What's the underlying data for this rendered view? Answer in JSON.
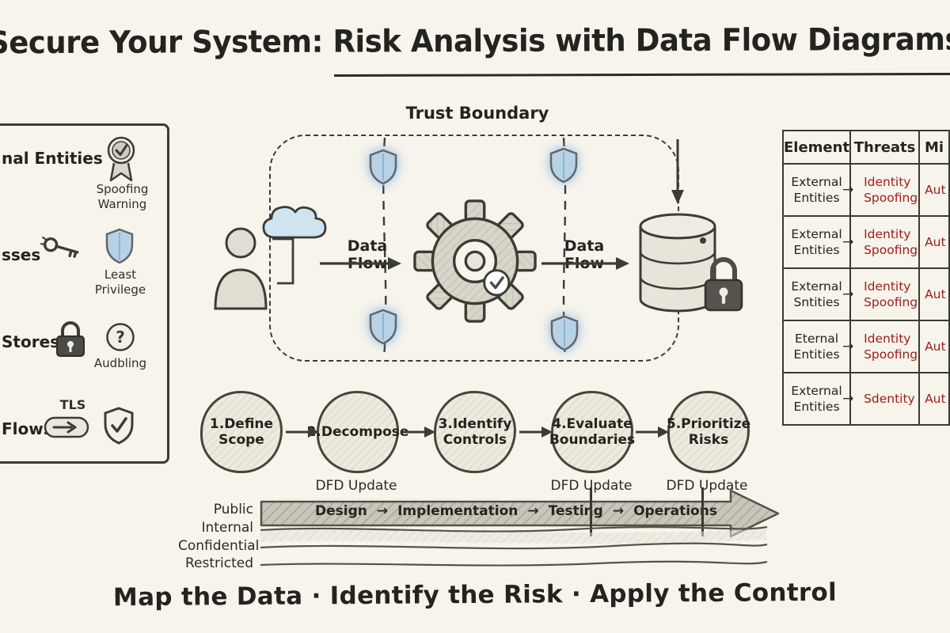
{
  "title": {
    "text": "Secure Your System: Risk Analysis with Data Flow Diagrams"
  },
  "glyphs": {
    "arrow": "→",
    "question": "?"
  },
  "colors": {
    "ink": "#2f2e2a",
    "threat_red": "#9e1b1b",
    "shield_blue": "#b7d2e6",
    "background": "#f7f4ec"
  },
  "legend": {
    "items": [
      {
        "label": "nal Entities",
        "caption": "Spoofing\nWarning",
        "icon": "ribbon-check-icon"
      },
      {
        "label": "sses",
        "caption": "Least\nPrivilege",
        "icon": "key-and-shield-icon"
      },
      {
        "label": "Stores",
        "caption": "Audbling",
        "icon": "lock-and-question-icon"
      },
      {
        "label": "Flows",
        "caption": "TLS",
        "icon": "pipe-arrow-and-shield-icon"
      }
    ]
  },
  "dfd": {
    "boundary_label": "Trust Boundary",
    "flow_label_left": "Data Flow",
    "flow_label_right": "Data Flow"
  },
  "workflow": {
    "steps": [
      {
        "label": "1.Define\nScope"
      },
      {
        "label": "2.Decompose"
      },
      {
        "label": "3.Identify\nControls"
      },
      {
        "label": "4.Evaluate\nBoundaries"
      },
      {
        "label": "5.Prioritize\nRisks"
      }
    ]
  },
  "timeline": {
    "update_labels": [
      "DFD Update",
      "DFD Update",
      "DFD Update"
    ],
    "phases": [
      "Design",
      "Implementation",
      "Testing",
      "Operations"
    ],
    "classifications": [
      "Public",
      "Internal",
      "Confidential",
      "Restricted"
    ]
  },
  "table": {
    "headers": [
      "Element",
      "Threats",
      "Mi"
    ],
    "rows": [
      {
        "element": "External\nEntities",
        "threat": "Identity\nSpoofing",
        "mitigation": "Aut"
      },
      {
        "element": "External\nEntities",
        "threat": "Identity\nSpoofing",
        "mitigation": "Aut"
      },
      {
        "element": "External\nSntities",
        "threat": "Identity\nSpoofing",
        "mitigation": "Aut"
      },
      {
        "element": "Eternal\nEntities",
        "threat": "Identity\nSpoofing",
        "mitigation": "Aut"
      },
      {
        "element": "External\nEntities",
        "threat": "Sdentity",
        "mitigation": "Aut"
      }
    ]
  },
  "footer": {
    "text": "Map the Data · Identify the Risk · Apply the Control"
  }
}
